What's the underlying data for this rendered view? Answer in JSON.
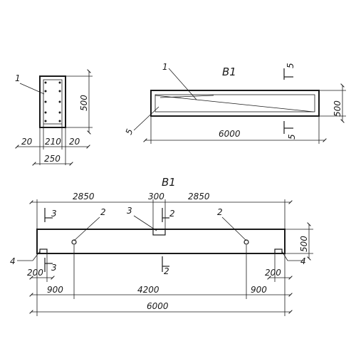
{
  "cross_section": {
    "callout": "1",
    "height_dim": "500",
    "dim_left": "20",
    "dim_mid": "210",
    "dim_right": "20",
    "dim_total": "250"
  },
  "plan_view": {
    "title": "B1",
    "callout_top": "1",
    "callout_left": "5",
    "section_top": "5",
    "section_bottom": "5",
    "height_dim": "500",
    "length_dim": "6000"
  },
  "elevation": {
    "title": "B1",
    "dim_left_seg": "2850",
    "dim_mid_seg": "300",
    "dim_right_seg": "2850",
    "section_3_top": "3",
    "section_3_bottom": "3",
    "section_2_top": "2",
    "section_2_bottom": "2",
    "callout_2_left": "2",
    "callout_3": "3",
    "callout_2_right": "2",
    "callout_4_left": "4",
    "callout_4_right": "4",
    "height_dim": "500",
    "support_left": "200",
    "support_right": "200",
    "dim_900_left": "900",
    "dim_4200": "4200",
    "dim_900_right": "900",
    "total_length": "6000"
  }
}
